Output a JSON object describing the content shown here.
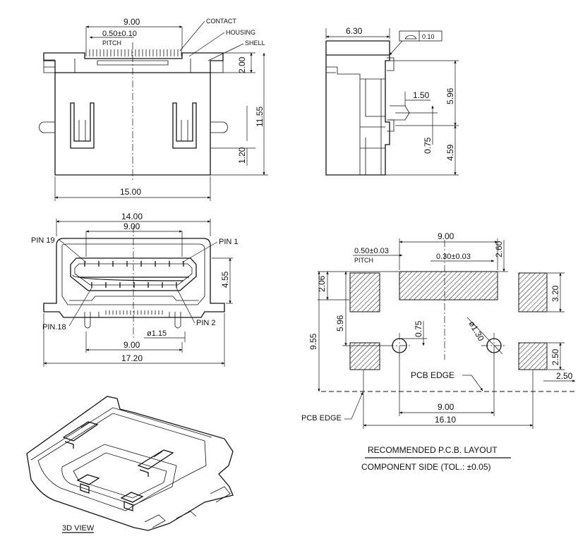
{
  "front_view": {
    "dim_width_top": "9.00",
    "dim_pitch": "0.50±0.10",
    "label_pitch": "PITCH",
    "label_contact": "CONTACT",
    "label_housing": "HOUSING",
    "label_shell": "SHELL",
    "dim_height_small": "2.00",
    "dim_height_total": "11.55",
    "dim_slot": "1.20",
    "dim_width_bottom": "15.00"
  },
  "side_view": {
    "dim_width": "6.30",
    "flatness_value": "0.10",
    "dim_upper": "5.96",
    "dim_boss": "1.50",
    "dim_offset": "0.75",
    "dim_lower": "4.59"
  },
  "bottom_view": {
    "dim_outer": "14.00",
    "dim_inner": "9.00",
    "label_pin19": "PIN 19",
    "label_pin1": "PIN 1",
    "label_pin18": "PIN.18",
    "label_pin2": "PIN 2",
    "dim_height": "4.55",
    "dim_hole": "ø1.15",
    "dim_posts": "9.00",
    "dim_total": "17.20"
  },
  "pcb_layout": {
    "dim_contacts": "9.00",
    "dim_pitch": "0.50±0.03",
    "label_pitch": "PITCH",
    "dim_pad_width": "0.30±0.03",
    "dim_pad_height": "2.60",
    "dim_left_top": "2.06",
    "dim_left_mid": "5.96",
    "dim_left_total": "9.55",
    "dim_hole_offset": "0.75",
    "dim_hole_dia": "ø1.30",
    "dim_pad_right_top": "3.20",
    "dim_pad_right_bottom": "2.50",
    "dim_edge_offset": "2.50",
    "label_pcb_edge": "PCB EDGE",
    "label_pcb_edge_left": "PCB EDGE",
    "dim_bottom_inner": "9.00",
    "dim_bottom_total": "16.10",
    "title_line1": "RECOMMENDED P.C.B. LAYOUT",
    "title_line2": "COMPONENT SIDE (TOL.: ±0.05)"
  },
  "iso_view": {
    "label": "3D VIEW"
  }
}
